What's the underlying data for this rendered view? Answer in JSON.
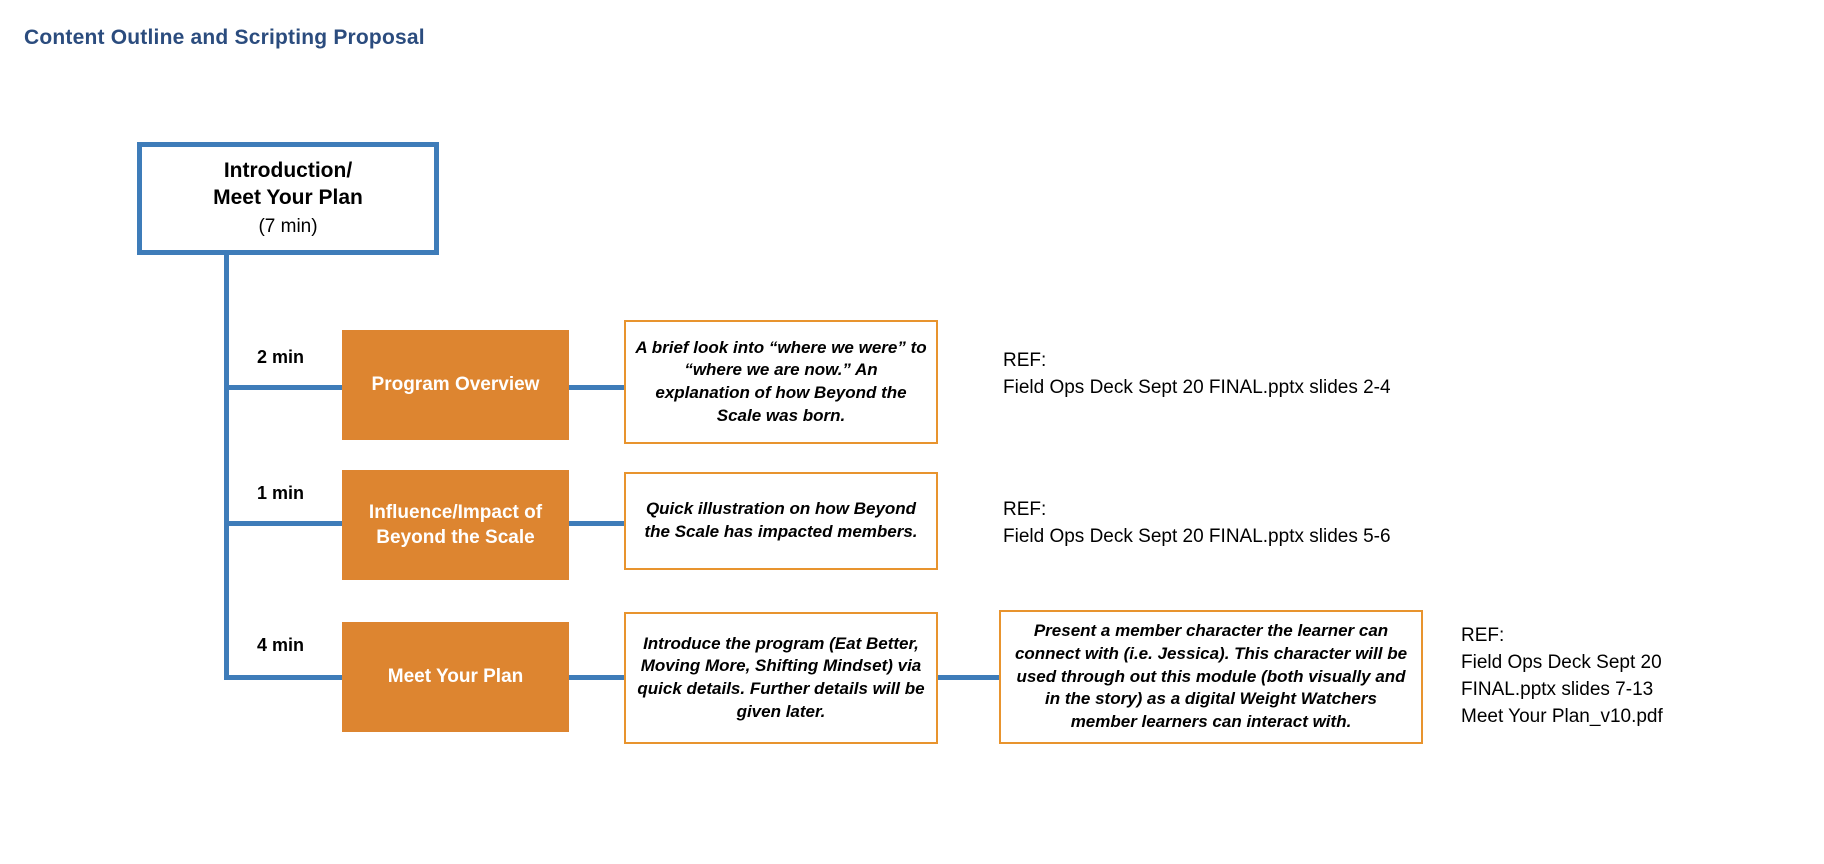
{
  "page": {
    "title": "Content Outline and Scripting Proposal",
    "colors": {
      "title_blue": "#2B4C7E",
      "connector_blue": "#3E7CB9",
      "stage_orange": "#DD8530",
      "desc_border_orange": "#E8942E",
      "background": "#FFFFFF"
    }
  },
  "root_node": {
    "line1": "Introduction/",
    "line2": "Meet Your Plan",
    "duration": "(7 min)"
  },
  "rows": [
    {
      "time_label": "2 min",
      "stage": "Program Overview",
      "description": "A brief look into “where we were” to “where we are now.” An explanation of how Beyond the Scale was born.",
      "detail": null,
      "reference": "REF:\nField Ops Deck Sept 20 FINAL.pptx slides 2-4"
    },
    {
      "time_label": "1 min",
      "stage": "Influence/Impact of Beyond the Scale",
      "description": "Quick illustration on how Beyond the Scale has impacted members.",
      "detail": null,
      "reference": "REF:\nField Ops Deck Sept 20 FINAL.pptx slides 5-6"
    },
    {
      "time_label": "4 min",
      "stage": "Meet Your Plan",
      "description": "Introduce the program (Eat Better, Moving More, Shifting Mindset) via quick details. Further details will be given later.",
      "detail": "Present a member character the learner can connect with (i.e. Jessica). This character will be used through out this module (both visually and in the story) as a digital Weight Watchers member learners can interact with.",
      "reference": "REF:\nField Ops Deck Sept 20\nFINAL.pptx slides 7-13\nMeet Your Plan_v10.pdf"
    }
  ]
}
